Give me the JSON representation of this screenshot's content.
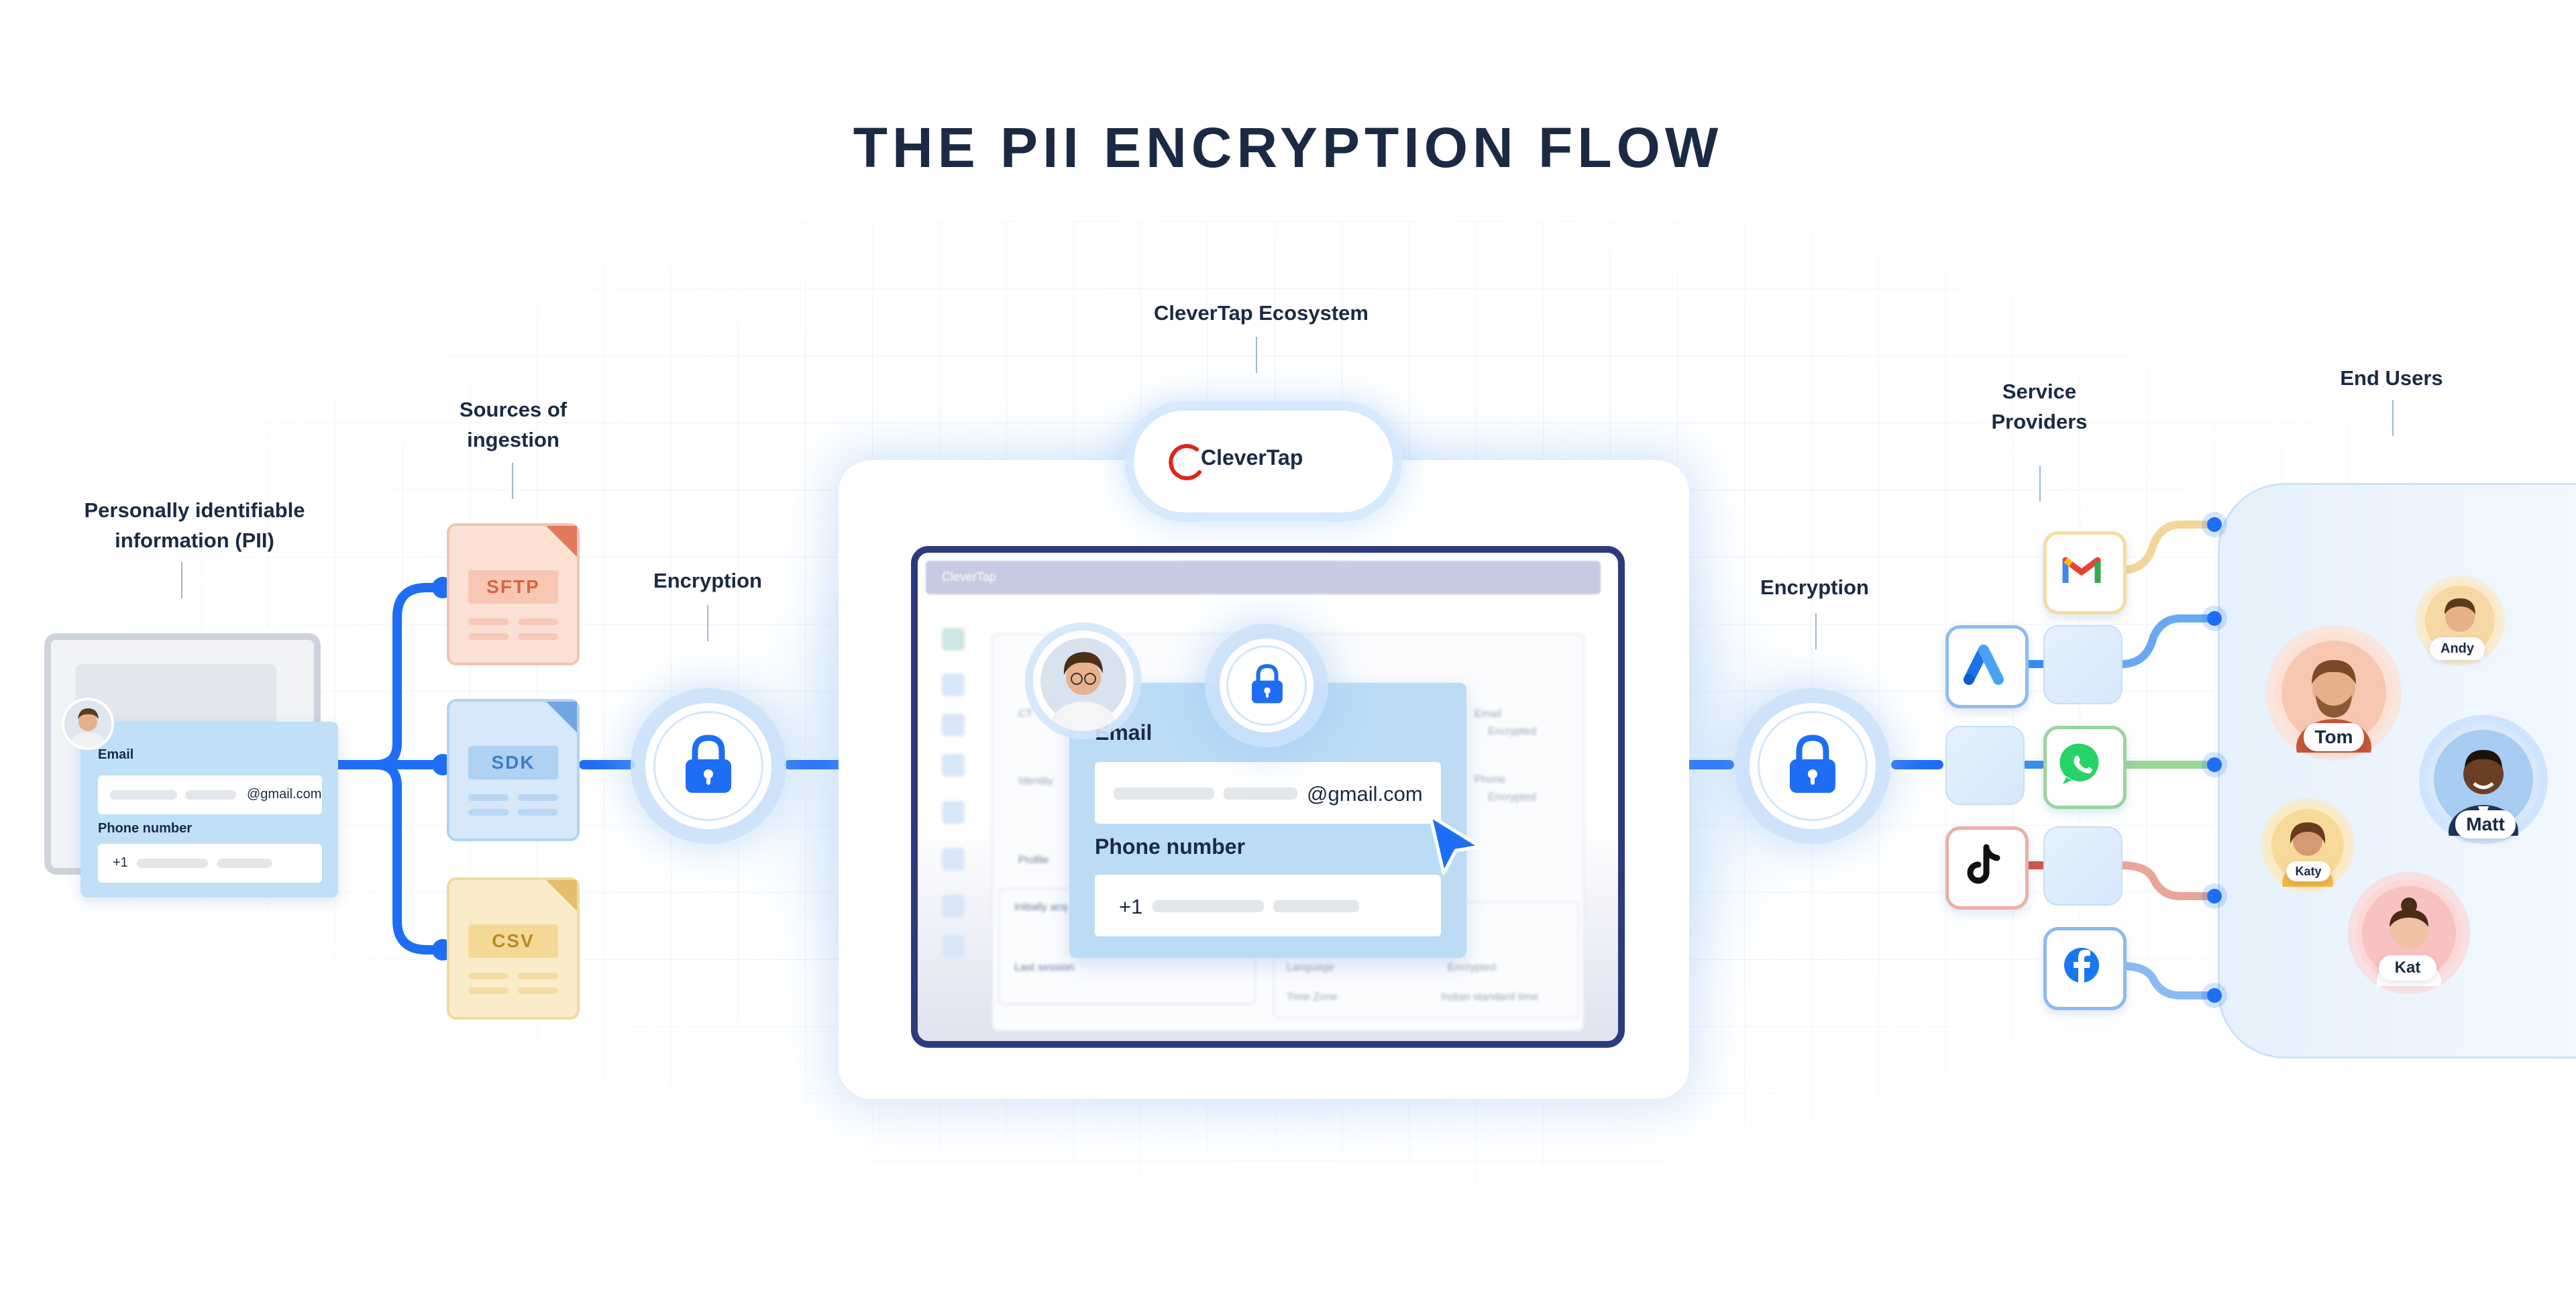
{
  "title": "THE PII ENCRYPTION FLOW",
  "labels": {
    "pii": "Personally identifiable information (PII)",
    "sources": "Sources of ingestion",
    "encryption_left": "Encryption",
    "ecosystem": "CleverTap Ecosystem",
    "encryption_right": "Encryption",
    "service_providers": "Service Providers",
    "end_users": "End Users"
  },
  "pii_card": {
    "email_label": "Email",
    "email_value": "@gmail.com",
    "phone_label": "Phone number",
    "phone_value": "+1"
  },
  "sources": [
    "SFTP",
    "SDK",
    "CSV"
  ],
  "clevertap": {
    "brand": "CleverTap",
    "app_title": "CleverTap",
    "form": {
      "email_label": "Email",
      "email_value": "@gmail.com",
      "phone_label": "Phone number",
      "phone_value": "+1"
    },
    "background_text": [
      "CT",
      "Identity",
      "Profile",
      "Initially acq",
      "Last session",
      "Email",
      "Encrypted",
      "Phone",
      "Encrypted",
      "Language",
      "Time Zone",
      "Indian standard time",
      "Encrypted"
    ]
  },
  "service_provider_icons": [
    "gmail-icon",
    "google-ads-icon",
    "whatsapp-icon",
    "tiktok-icon",
    "facebook-icon"
  ],
  "end_users": [
    "Andy",
    "Tom",
    "Matt",
    "Katy",
    "Kat"
  ],
  "colors": {
    "accent": "#1e6ef5",
    "navy": "#1b2a44",
    "sftp": "#e0795a",
    "sdk": "#4b8fd8",
    "csv": "#c99a3c"
  }
}
